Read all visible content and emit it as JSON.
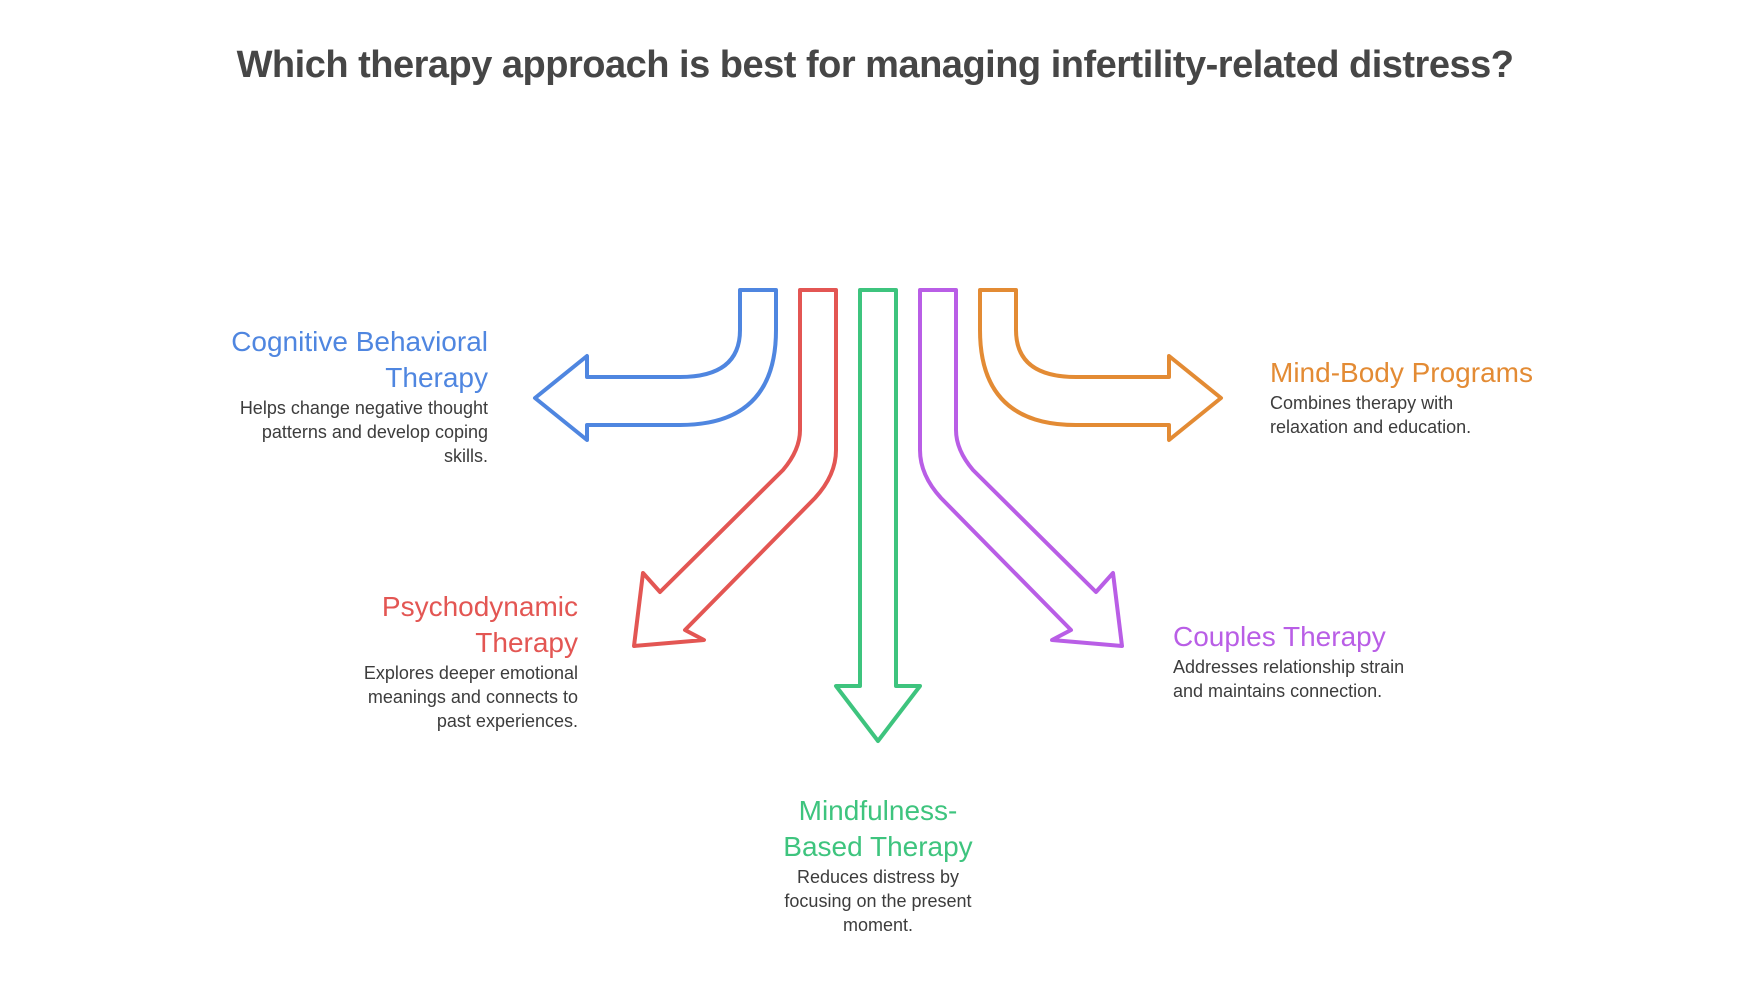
{
  "title": "Which therapy approach is best for managing infertility-related distress?",
  "options": [
    {
      "key": "cbt",
      "heading": "Cognitive Behavioral Therapy",
      "heading_lines": [
        "Cognitive Behavioral",
        "Therapy"
      ],
      "description_lines": [
        "Helps change negative thought",
        "patterns and develop coping",
        "skills."
      ],
      "color": "#4f86e0",
      "arrow_direction": "left"
    },
    {
      "key": "psychodynamic",
      "heading": "Psychodynamic Therapy",
      "heading_lines": [
        "Psychodynamic",
        "Therapy"
      ],
      "description_lines": [
        "Explores deeper emotional",
        "meanings and connects to",
        "past experiences."
      ],
      "color": "#e35653",
      "arrow_direction": "down-left"
    },
    {
      "key": "mindfulness",
      "heading": "Mindfulness-Based Therapy",
      "heading_lines": [
        "Mindfulness-",
        "Based Therapy"
      ],
      "description_lines": [
        "Reduces distress by",
        "focusing on the present",
        "moment."
      ],
      "color": "#3ec47e",
      "arrow_direction": "down"
    },
    {
      "key": "couples",
      "heading": "Couples Therapy",
      "heading_lines": [
        "Couples Therapy"
      ],
      "description_lines": [
        "Addresses relationship strain",
        "and maintains connection."
      ],
      "color": "#b95ee6",
      "arrow_direction": "down-right"
    },
    {
      "key": "mindbody",
      "heading": "Mind-Body Programs",
      "heading_lines": [
        "Mind-Body Programs"
      ],
      "description_lines": [
        "Combines therapy with",
        "relaxation and education."
      ],
      "color": "#e38b34",
      "arrow_direction": "right"
    }
  ]
}
